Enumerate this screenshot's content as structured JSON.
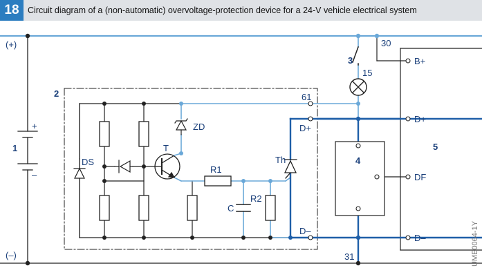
{
  "figure": {
    "number": "18",
    "caption": "Circuit diagram of a (non-automatic) overvoltage-protection device for a 24-V vehicle electrical system"
  },
  "colors": {
    "header_bg": "#dfe2e6",
    "badge": "#2b7dc0",
    "light_blue_wire": "#6aa8d8",
    "dark_blue_wire": "#1f5fa8",
    "black_wire": "#222222"
  },
  "labels": {
    "plus": "(+)",
    "minus": "(–)",
    "battery_plus": "+",
    "battery_minus": "–",
    "battery_num": "1",
    "device_num": "2",
    "switch_num": "3",
    "regulator_num": "4",
    "alternator_num": "5",
    "t30": "30",
    "t31": "31",
    "t15": "15",
    "t61": "61",
    "dplus_inner": "D+",
    "dminus_inner": "D–",
    "bplus": "B+",
    "dplus": "D+",
    "df": "DF",
    "dminus": "D–",
    "zd": "ZD",
    "t": "T",
    "ds": "DS",
    "r1": "R1",
    "r2": "R2",
    "c": "C",
    "th": "Th",
    "code": "UME0064-1Y"
  }
}
